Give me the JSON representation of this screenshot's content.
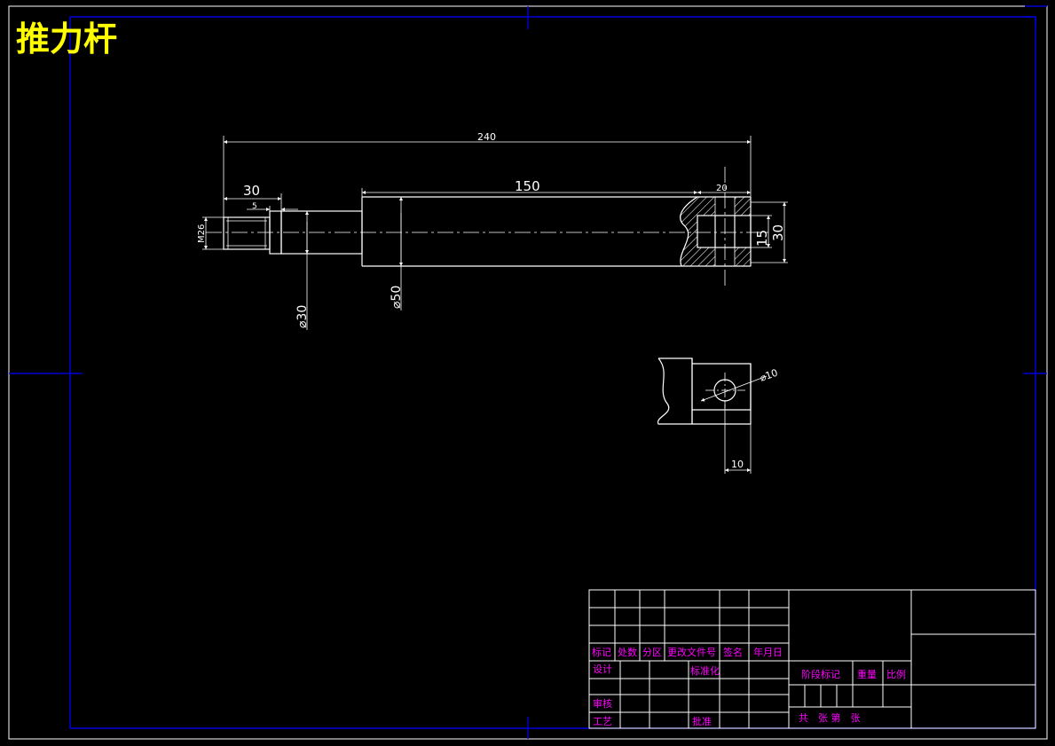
{
  "drawing": {
    "title": "推力杆",
    "colors": {
      "background": "#000000",
      "line": "#ffffff",
      "frame": "#0000ff",
      "title": "#ffff00",
      "titleblock_text": "#ff00ff",
      "centerline": "#ffffff"
    }
  },
  "dimensions": {
    "overall_length": "240",
    "thread_length": "30",
    "chamfer": "5",
    "body_length": "150",
    "slot_depth": "20",
    "slot_width": "15",
    "end_height": "30",
    "thread_size": "M26",
    "neck_dia": "⌀30",
    "body_dia": "⌀50",
    "hole_dia": "⌀10",
    "hole_offset": "10"
  },
  "title_block": {
    "headers": [
      "标记",
      "处数",
      "分区",
      "更改文件号",
      "签名",
      "年月日"
    ],
    "design": "设计",
    "standardization": "标准化",
    "review": "审核",
    "process": "工艺",
    "approve": "批准",
    "stage_mark": "阶段标记",
    "weight": "重量",
    "scale": "比例",
    "sheet_info": "共　张 第　张"
  }
}
